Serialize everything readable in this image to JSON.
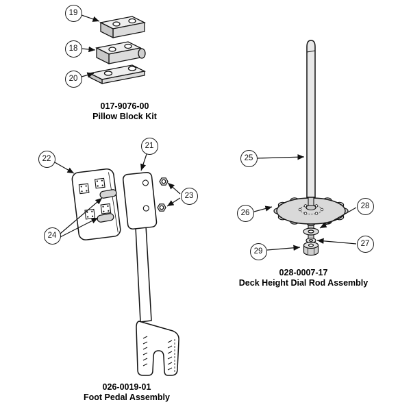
{
  "figure": {
    "sections": [
      {
        "part_number": "017-9076-00",
        "part_name": "Pillow Block Kit",
        "callouts": [
          "19",
          "18",
          "20"
        ]
      },
      {
        "part_number": "026-0019-01",
        "part_name": "Foot Pedal Assembly",
        "callouts": [
          "21",
          "22",
          "23",
          "24"
        ]
      },
      {
        "part_number": "028-0007-17",
        "part_name": "Deck Height Dial Rod Assembly",
        "callouts": [
          "25",
          "26",
          "27",
          "28",
          "29"
        ]
      }
    ],
    "colors": {
      "line": "#111111",
      "background": "#ffffff",
      "metal_light": "#e8e8e8",
      "metal_mid": "#d9d9d9"
    }
  }
}
